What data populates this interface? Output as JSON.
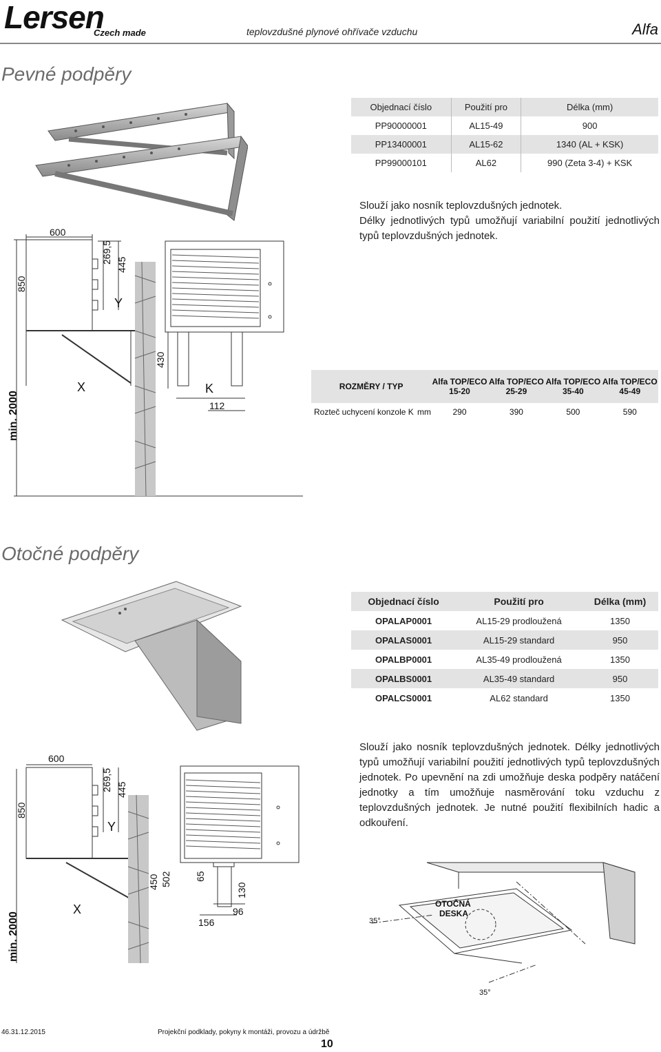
{
  "header": {
    "logo": "Lersen",
    "logo_sub": "Czech made",
    "tagline": "teplovzdušné plynové ohřívače vzduchu",
    "brand": "Alfa"
  },
  "fixed": {
    "title": "Pevné podpěry",
    "table": {
      "headers": [
        "Objednací číslo",
        "Použití pro",
        "Délka (mm)"
      ],
      "rows": [
        [
          "PP90000001",
          "AL15-49",
          "900"
        ],
        [
          "PP13400001",
          "AL15-62",
          "1340 (AL + KSK)"
        ],
        [
          "PP99000101",
          "AL62",
          "990 (Zeta 3-4) + KSK"
        ]
      ]
    },
    "text": [
      "Slouží jako nosník teplovzdušných jednotek.",
      "Délky jednotlivých typů umožňují variabilní použití jednotlivých typů teplovzdušných jednotek."
    ],
    "drawing": {
      "d600": "600",
      "d850": "850",
      "d269": "269,5",
      "d445": "445",
      "y": "Y",
      "x": "X",
      "k": "K",
      "d430": "430",
      "d112": "112",
      "min2000": "min. 2000"
    },
    "dims": {
      "header_label": "ROZMĚRY / TYP",
      "cols": [
        {
          "l1": "Alfa TOP/ECO",
          "l2": "15-20"
        },
        {
          "l1": "Alfa TOP/ECO",
          "l2": "25-29"
        },
        {
          "l1": "Alfa TOP/ECO",
          "l2": "35-40"
        },
        {
          "l1": "Alfa TOP/ECO",
          "l2": "45-49"
        }
      ],
      "row_label": "Rozteč uchycení konzole  K",
      "unit": "mm",
      "values": [
        "290",
        "390",
        "500",
        "590"
      ]
    }
  },
  "swivel": {
    "title": "Otočné podpěry",
    "table": {
      "headers": [
        "Objednací číslo",
        "Použití pro",
        "Délka (mm)"
      ],
      "rows": [
        [
          "OPALAP0001",
          "AL15-29 prodloužená",
          "1350"
        ],
        [
          "OPALAS0001",
          "AL15-29  standard",
          "950"
        ],
        [
          "OPALBP0001",
          "AL35-49 prodloužená",
          "1350"
        ],
        [
          "OPALBS0001",
          "AL35-49 standard",
          "950"
        ],
        [
          "OPALCS0001",
          "AL62 standard",
          "1350"
        ]
      ]
    },
    "text": "Slouží jako nosník teplovzdušných jednotek. Délky jednotlivých typů umožňují variabilní použití jednotlivých typů teplovzdušných jednotek. Po upevnění na zdi umožňuje deska podpěry natáčení jednotky a tím umožňuje nasměrování toku vzduchu z teplovzdušných jednotek. Je nutné použití flexibilních hadic a odkouření.",
    "drawing": {
      "d600": "600",
      "d850": "850",
      "d269": "269,5",
      "d445": "445",
      "y": "Y",
      "x": "X",
      "d450": "450",
      "d502": "502",
      "d65": "65",
      "d130": "130",
      "d156": "156",
      "d96": "96",
      "min2000": "min. 2000",
      "plate1": "OTOČNÁ",
      "plate2": "DESKA",
      "angle1": "35°",
      "angle2": "35°"
    }
  },
  "footer": {
    "code": "46.31.12.2015",
    "text": "Projekční podklady, pokyny k montáži, provozu a údržbě",
    "page": "10"
  }
}
